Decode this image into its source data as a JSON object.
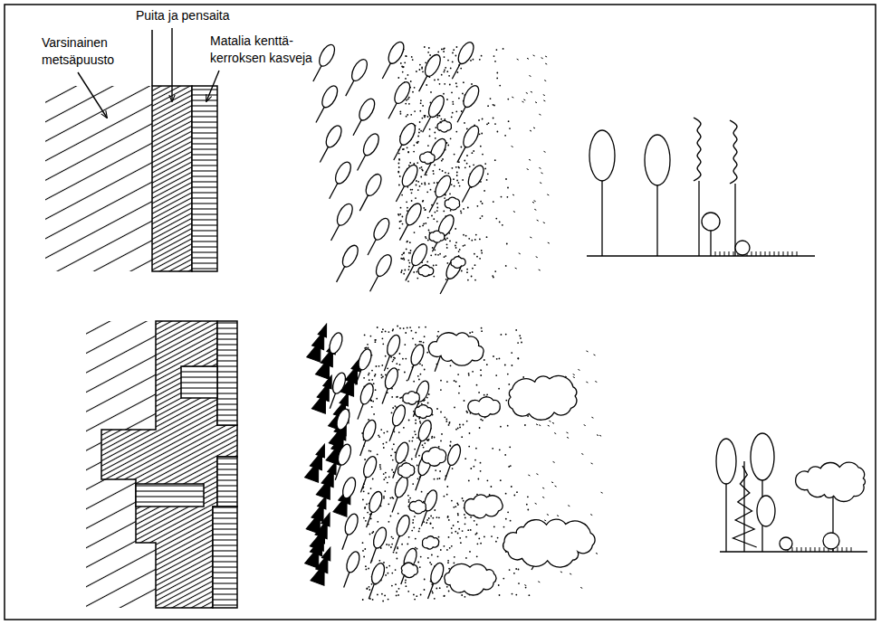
{
  "diagram": {
    "labels": [
      "Varsinainen metsäpuusto",
      "Puita ja pensaita",
      "Matalia kenttä- kerroksen kasveja"
    ]
  }
}
